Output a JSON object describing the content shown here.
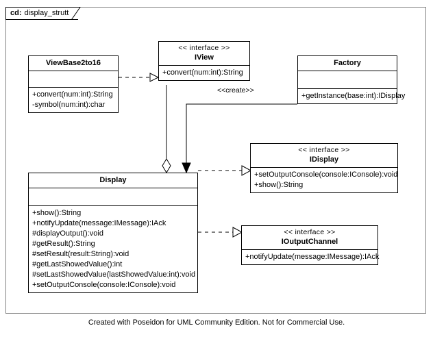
{
  "diagram": {
    "tab_kind": "cd:",
    "tab_name": "display_strutt",
    "footer": "Created with Poseidon for UML Community Edition. Not for Commercial Use.",
    "line_color": "#000000",
    "frame_color": "#808080",
    "background": "#ffffff"
  },
  "classes": {
    "view_base": {
      "stereotype": "",
      "name": "ViewBase2to16",
      "attributes": [],
      "operations": [
        "+convert(num:int):String",
        "-symbol(num:int):char"
      ]
    },
    "iview": {
      "stereotype": "<< interface >>",
      "name": "IView",
      "attributes": [],
      "operations": [
        "+convert(num:int):String"
      ]
    },
    "factory": {
      "stereotype": "",
      "name": "Factory",
      "attributes": [],
      "operations": [
        "+getInstance(base:int):IDisplay"
      ]
    },
    "display": {
      "stereotype": "",
      "name": "Display",
      "attributes": [],
      "operations": [
        "+show():String",
        "+notifyUpdate(message:IMessage):IAck",
        "#displayOutput():void",
        "#getResult():String",
        "#setResult(result:String):void",
        "#getLastShowedValue():int",
        "#setLastShowedValue(lastShowedValue:int):void",
        "+setOutputConsole(console:IConsole):void"
      ]
    },
    "idisplay": {
      "stereotype": "<< interface >>",
      "name": "IDisplay",
      "attributes": [],
      "operations": [
        "+setOutputConsole(console:IConsole):void",
        "+show():String"
      ]
    },
    "ioutputchannel": {
      "stereotype": "<< interface >>",
      "name": "IOutputChannel",
      "attributes": [],
      "operations": [
        "+notifyUpdate(message:IMessage):IAck"
      ]
    }
  },
  "edges": {
    "create_label": "<<create>>"
  }
}
